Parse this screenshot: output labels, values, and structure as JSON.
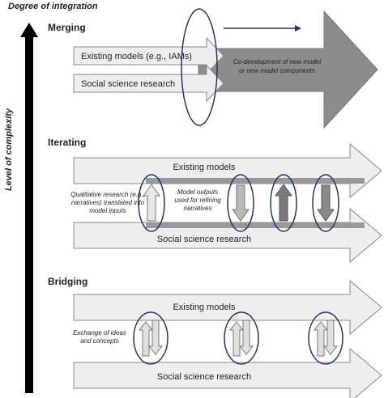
{
  "y_axis_label": "Level of complexity",
  "x_axis_label": "Degree of integration",
  "merging": {
    "title": "Merging",
    "existing_models": "Existing models (e.g., IAMs)",
    "social_science": "Social science research",
    "codevelopment_line1": "Co-development of new model",
    "codevelopment_line2": "or new model components"
  },
  "iterating": {
    "title": "Iterating",
    "existing_models": "Existing models",
    "social_science": "Social science research",
    "qualitative_line1": "Qualitative research (e.g.,",
    "qualitative_line2": "narratives) translated into",
    "qualitative_line3": "model inputs",
    "outputs_line1": "Model outputs",
    "outputs_line2": "used for refining",
    "outputs_line3": "narratives"
  },
  "bridging": {
    "title": "Bridging",
    "existing_models": "Existing models",
    "social_science": "Social science research",
    "exchange_line1": "Exchange of ideas",
    "exchange_line2": "and concepts"
  },
  "colors": {
    "light_arrow": "#eeeeee",
    "arrow_stroke": "#888888",
    "merge_arrow": "#8c8c8c",
    "dark_band": "#999999",
    "ellipse_stroke": "#1f3864",
    "axis_arrow": "#000000"
  }
}
